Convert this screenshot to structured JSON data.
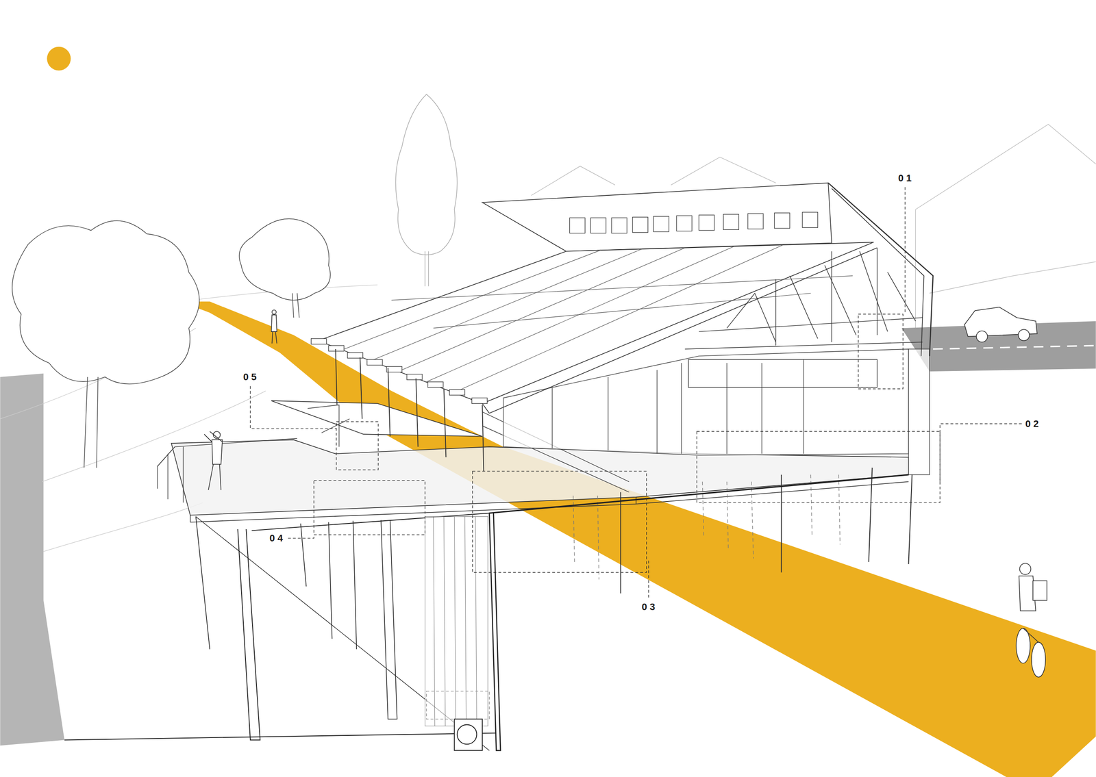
{
  "diagram": {
    "labels": [
      "01",
      "05",
      "02",
      "04",
      "03"
    ]
  }
}
